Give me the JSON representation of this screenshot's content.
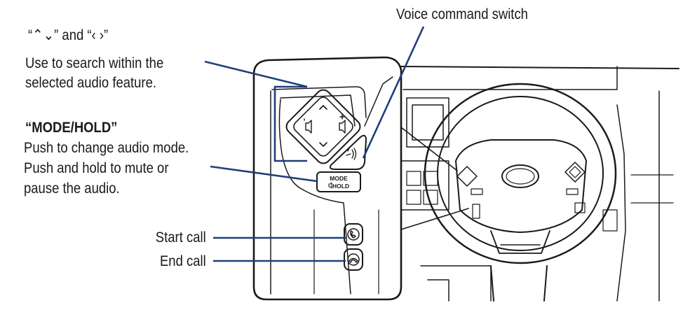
{
  "labels": {
    "arrows": {
      "line1": "“⌃⌄” and “‹ ›”",
      "line2": "Use to search within the",
      "line3": "selected audio feature."
    },
    "mode_hold": {
      "title": "“MODE/HOLD”",
      "line1": "Push to change audio mode.",
      "line2": "Push and hold to mute or",
      "line3": "pause the audio."
    },
    "start_call": "Start call",
    "end_call": "End call",
    "voice_command": "Voice command switch"
  },
  "buttons": {
    "mode_line1": "MODE",
    "mode_line2": "HOLD"
  },
  "colors": {
    "leader": "#1f3f7a",
    "outline": "#1a1a1a",
    "button_fill": "#d9d9d9"
  },
  "icons": [
    "chevron-up-icon",
    "chevron-down-icon",
    "volume-down-icon",
    "volume-up-icon",
    "voice-command-icon",
    "phone-start-icon",
    "phone-end-icon"
  ]
}
